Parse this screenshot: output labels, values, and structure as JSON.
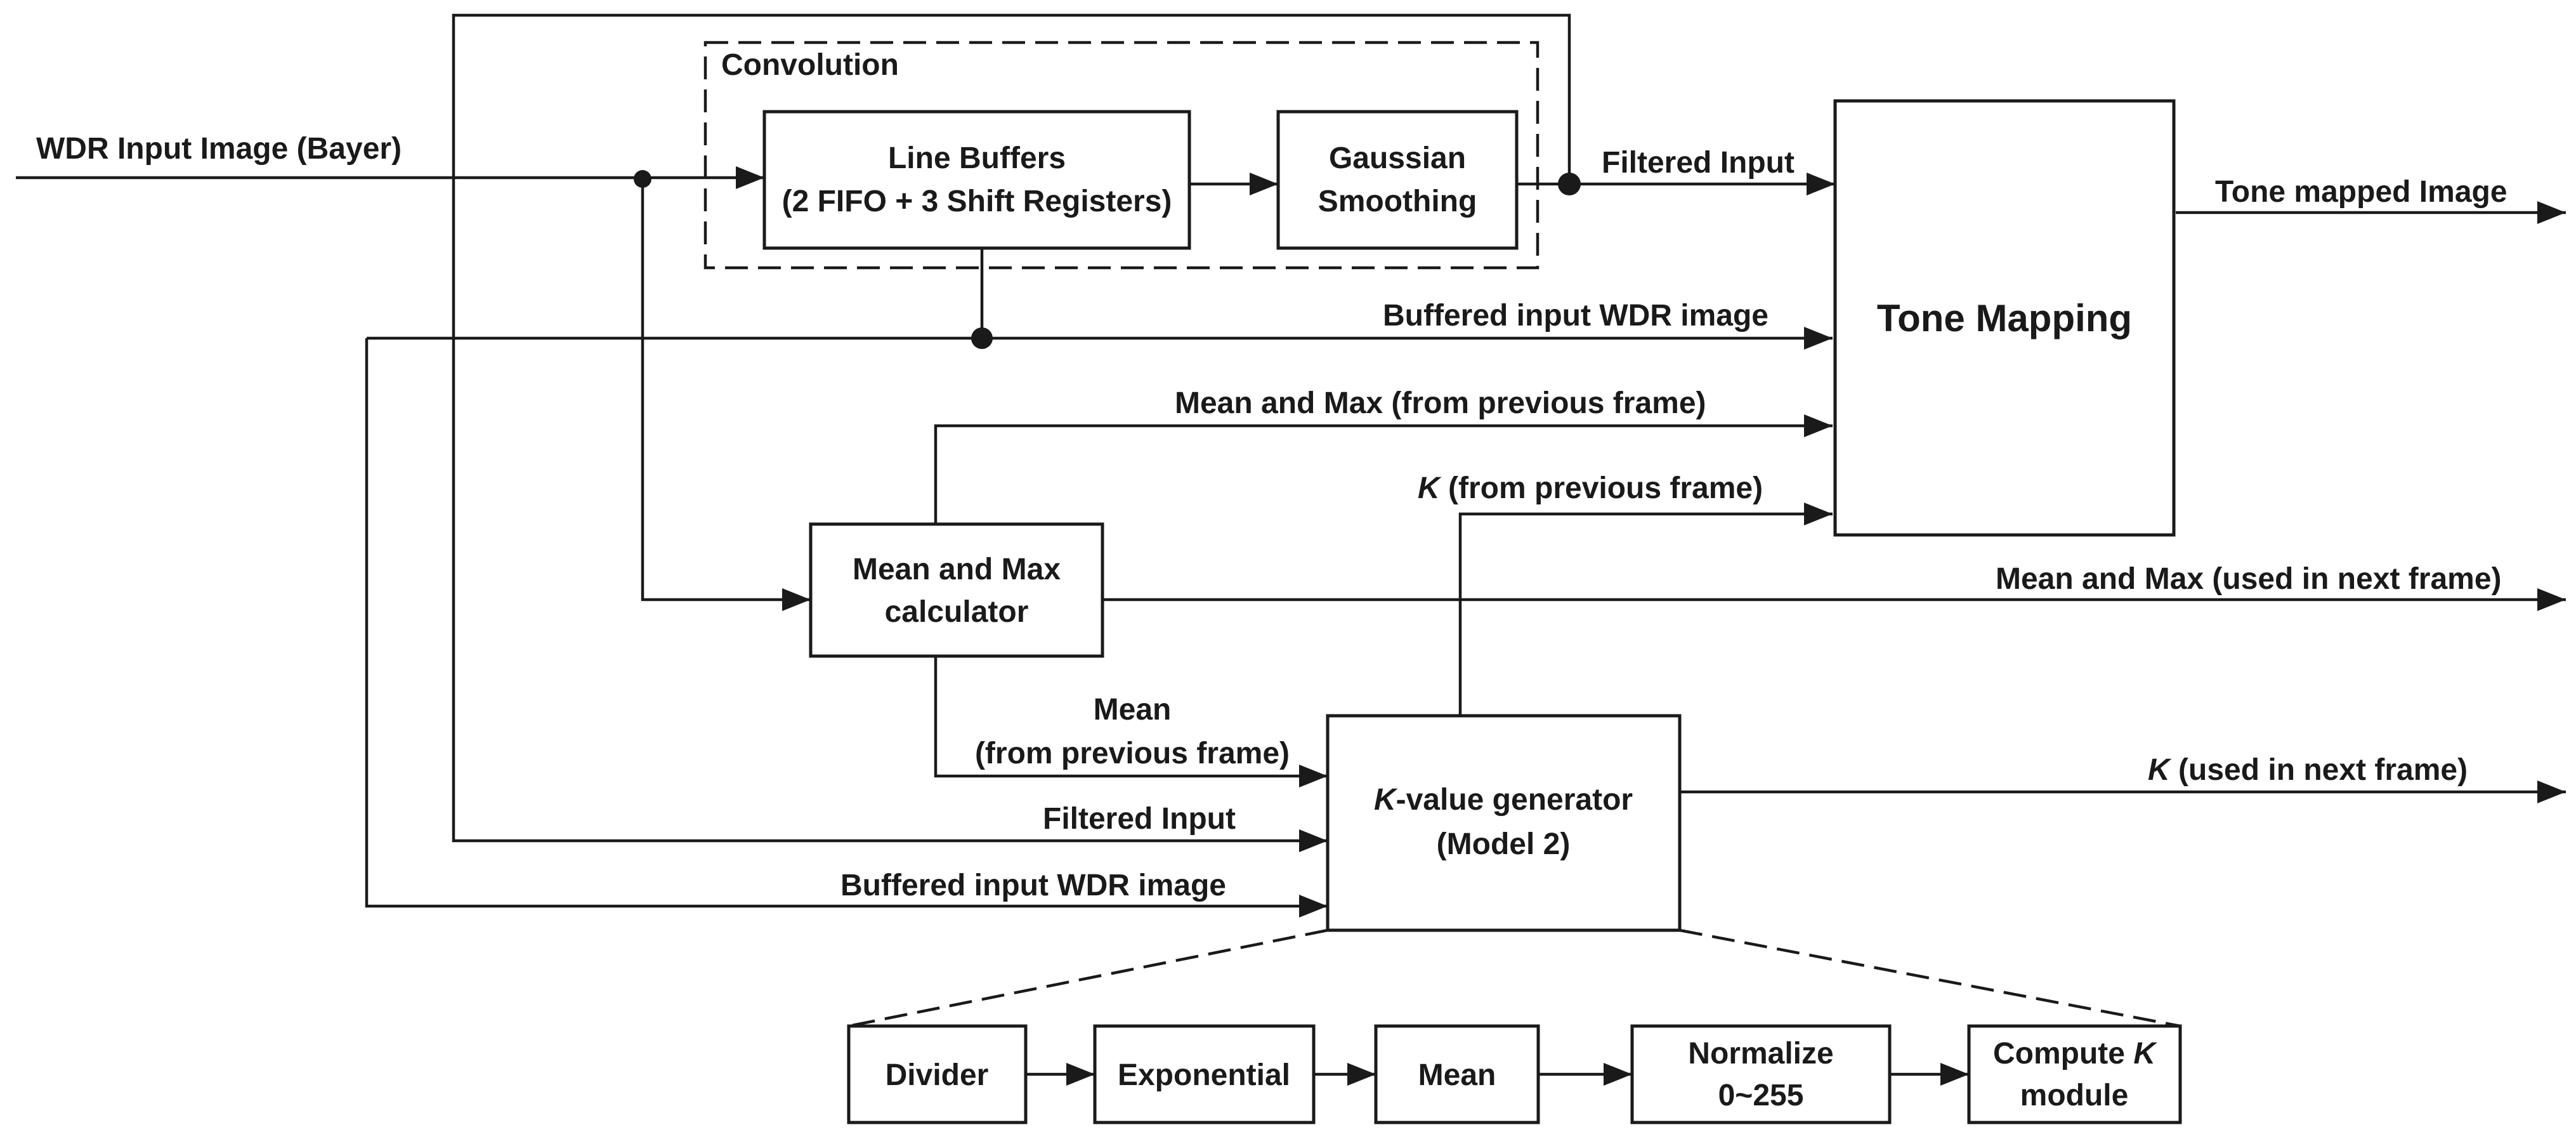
{
  "blocks": {
    "convolution": "Convolution",
    "line_buffers": [
      "Line Buffers",
      "(2 FIFO + 3 Shift Registers)"
    ],
    "gaussian": [
      "Gaussian",
      "Smoothing"
    ],
    "tone_mapping": "Tone Mapping",
    "mean_max_calc": [
      "Mean and Max",
      "calculator"
    ],
    "k_generator": {
      "k": "K",
      "rest": "-value generator",
      "line2": "(Model 2)"
    },
    "pipeline": {
      "divider": "Divider",
      "exponential": "Exponential",
      "mean": "Mean",
      "normalize": [
        "Normalize",
        "0~255"
      ],
      "compute_k": {
        "pre": "Compute ",
        "k": "K",
        "line2": "module"
      }
    }
  },
  "signals": {
    "wdr_input": "WDR Input Image (Bayer)",
    "filtered_input_top": "Filtered Input",
    "tone_mapped": "Tone mapped Image",
    "buffered_top": "Buffered input WDR image",
    "mean_max_prev": "Mean and Max (from previous frame)",
    "k_prev": {
      "k": "K",
      "rest": "  (from previous frame)"
    },
    "mean_max_next": "Mean and Max (used in next frame)",
    "mean_prev": [
      "Mean",
      "(from previous frame)"
    ],
    "k_next": {
      "k": "K",
      "rest": " (used in next frame)"
    },
    "filtered_input_bottom": "Filtered Input",
    "buffered_bottom": "Buffered input WDR image"
  }
}
